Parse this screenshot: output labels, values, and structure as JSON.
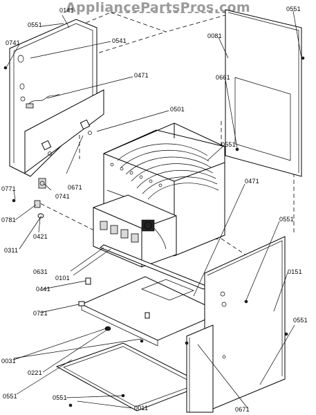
{
  "watermark": "AppliancePartsPros.com",
  "labels": {
    "l0141": "0141",
    "l0551_tl": "0551",
    "l0741_tl": "0741",
    "l0541": "0541",
    "l0471_a": "0471",
    "l0501": "0501",
    "l0551_tr": "0551",
    "l0081": "0081",
    "l0661": "0661",
    "l0551_mid": "0551",
    "l0471_b": "0471",
    "l0771": "0771",
    "l0671_a": "0671",
    "l0741_b": "0741",
    "l0781": "0781",
    "l0421": "0421",
    "l0311": "0311",
    "l0551_r": "0551",
    "l0631": "0631",
    "l0101": "0101",
    "l0151": "0151",
    "l0441": "0441",
    "l0551_r2": "0551",
    "l0721": "0721",
    "l0031": "0031",
    "l0221": "0221",
    "l0551_bl": "0551",
    "l0551_bm": "0551",
    "l0011": "0011",
    "l0671_b": "0671"
  }
}
